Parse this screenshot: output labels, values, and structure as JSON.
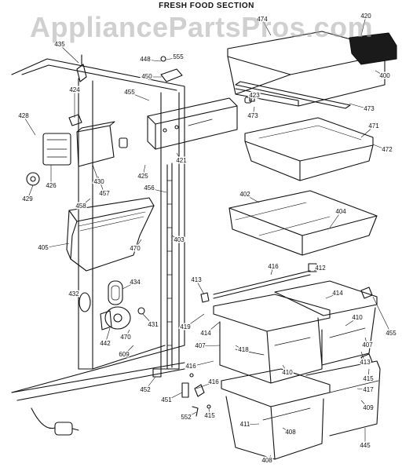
{
  "title": "FRESH FOOD SECTION",
  "watermark": "AppliancePartsPros.com",
  "callouts": [
    "474",
    "420",
    "400",
    "473",
    "423",
    "473",
    "471",
    "472",
    "435",
    "448",
    "555",
    "450",
    "455",
    "424",
    "428",
    "426",
    "430",
    "421",
    "425",
    "456",
    "457",
    "458",
    "429",
    "402",
    "404",
    "405",
    "470",
    "403",
    "416",
    "412",
    "413",
    "414",
    "434",
    "432",
    "442",
    "470",
    "431",
    "419",
    "414",
    "407",
    "418",
    "410",
    "416",
    "410",
    "407",
    "413",
    "455",
    "609",
    "452",
    "451",
    "552",
    "415",
    "416",
    "415",
    "417",
    "409",
    "411",
    "408",
    "408",
    "445"
  ],
  "colors": {
    "ink": "#111111",
    "watermark": "#aaaaaa"
  }
}
